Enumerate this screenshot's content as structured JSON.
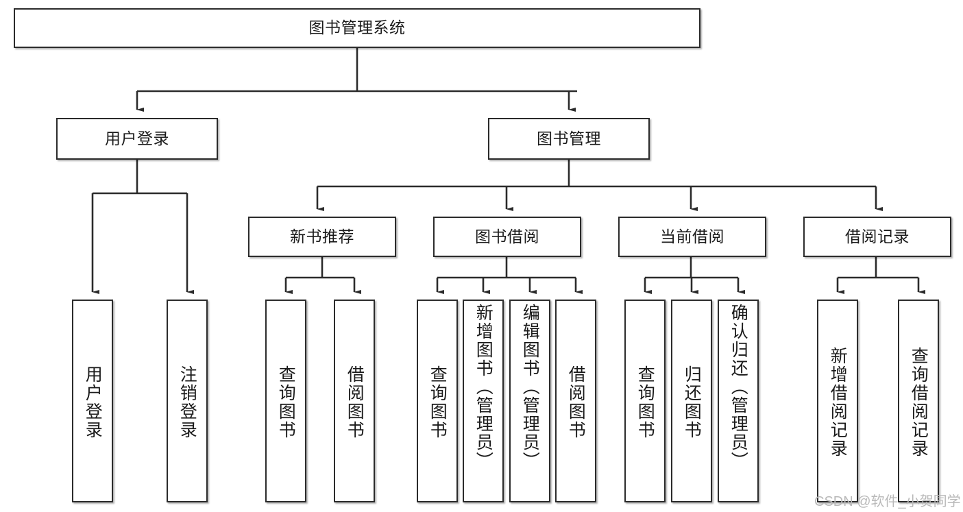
{
  "diagram": {
    "title": "图书管理系统",
    "type": "tree",
    "orientation": "top-down",
    "colors": {
      "box_border": "#2b2b2b",
      "box_fill": "#ffffff",
      "connector": "#2b2b2b",
      "text": "#1a1a1a",
      "watermark": "#b9b9b9",
      "background": "#ffffff"
    },
    "watermark": "CSDN @软件_小贺同学"
  },
  "nodes": {
    "root": {
      "label": "图书管理系统",
      "level": 0,
      "orientation": "horizontal"
    },
    "level1": [
      {
        "id": "user-login",
        "label": "用户登录",
        "orientation": "horizontal"
      },
      {
        "id": "book-management",
        "label": "图书管理",
        "orientation": "horizontal"
      }
    ],
    "level2": [
      {
        "id": "new-book-recommend",
        "label": "新书推荐",
        "orientation": "horizontal",
        "parent": "book-management"
      },
      {
        "id": "book-borrow",
        "label": "图书借阅",
        "orientation": "horizontal",
        "parent": "book-management"
      },
      {
        "id": "current-borrow",
        "label": "当前借阅",
        "orientation": "horizontal",
        "parent": "book-management"
      },
      {
        "id": "borrow-record",
        "label": "借阅记录",
        "orientation": "horizontal",
        "parent": "book-management"
      }
    ],
    "leaves": [
      {
        "id": "leaf-user-login",
        "label": "用户登录",
        "parent": "user-login",
        "orientation": "vertical"
      },
      {
        "id": "leaf-user-logout",
        "label": "注销登录",
        "parent": "user-login",
        "orientation": "vertical"
      },
      {
        "id": "leaf-query-book-1",
        "label": "查询图书",
        "parent": "new-book-recommend",
        "orientation": "vertical"
      },
      {
        "id": "leaf-borrow-book-1",
        "label": "借阅图书",
        "parent": "new-book-recommend",
        "orientation": "vertical"
      },
      {
        "id": "leaf-query-book-2",
        "label": "查询图书",
        "parent": "book-borrow",
        "orientation": "vertical"
      },
      {
        "id": "leaf-add-book",
        "label": "新增图书（管理员）",
        "parent": "book-borrow",
        "orientation": "vertical"
      },
      {
        "id": "leaf-edit-book",
        "label": "编辑图书（管理员）",
        "parent": "book-borrow",
        "orientation": "vertical"
      },
      {
        "id": "leaf-borrow-book-2",
        "label": "借阅图书",
        "parent": "book-borrow",
        "orientation": "vertical"
      },
      {
        "id": "leaf-query-book-3",
        "label": "查询图书",
        "parent": "current-borrow",
        "orientation": "vertical"
      },
      {
        "id": "leaf-return-book",
        "label": "归还图书",
        "parent": "current-borrow",
        "orientation": "vertical"
      },
      {
        "id": "leaf-confirm-return",
        "label": "确认归还（管理员）",
        "parent": "current-borrow",
        "orientation": "vertical"
      },
      {
        "id": "leaf-add-record",
        "label": "新增借阅记录",
        "parent": "borrow-record",
        "orientation": "vertical"
      },
      {
        "id": "leaf-query-record",
        "label": "查询借阅记录",
        "parent": "borrow-record",
        "orientation": "vertical"
      }
    ]
  }
}
